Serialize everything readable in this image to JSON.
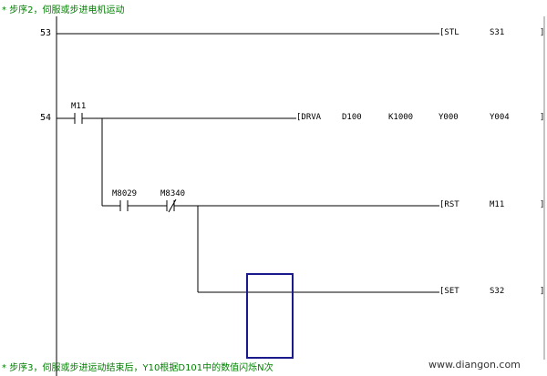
{
  "comments": {
    "step2": "* 步序2，伺服或步进电机运动",
    "step3": "* 步序3，伺服或步进运动结束后，Y10根据D101中的数值闪烁N次"
  },
  "rungs": [
    {
      "number": "53",
      "instruction": [
        "[STL",
        "S31",
        "]"
      ]
    },
    {
      "number": "54",
      "contacts": [
        "M11"
      ],
      "instruction": [
        "[DRVA",
        "D100",
        "K1000",
        "Y000",
        "Y004",
        "]"
      ]
    }
  ],
  "branch1": {
    "contacts": [
      "M8029",
      "M8340"
    ],
    "instruction": [
      "[RST",
      "M11",
      "]"
    ]
  },
  "branch2": {
    "instruction": [
      "[SET",
      "S32",
      "]"
    ]
  },
  "watermark": "www.diangon.com",
  "colors": {
    "comment": "#008000",
    "highlight": "#1a1a8c",
    "rails": "#000000"
  }
}
